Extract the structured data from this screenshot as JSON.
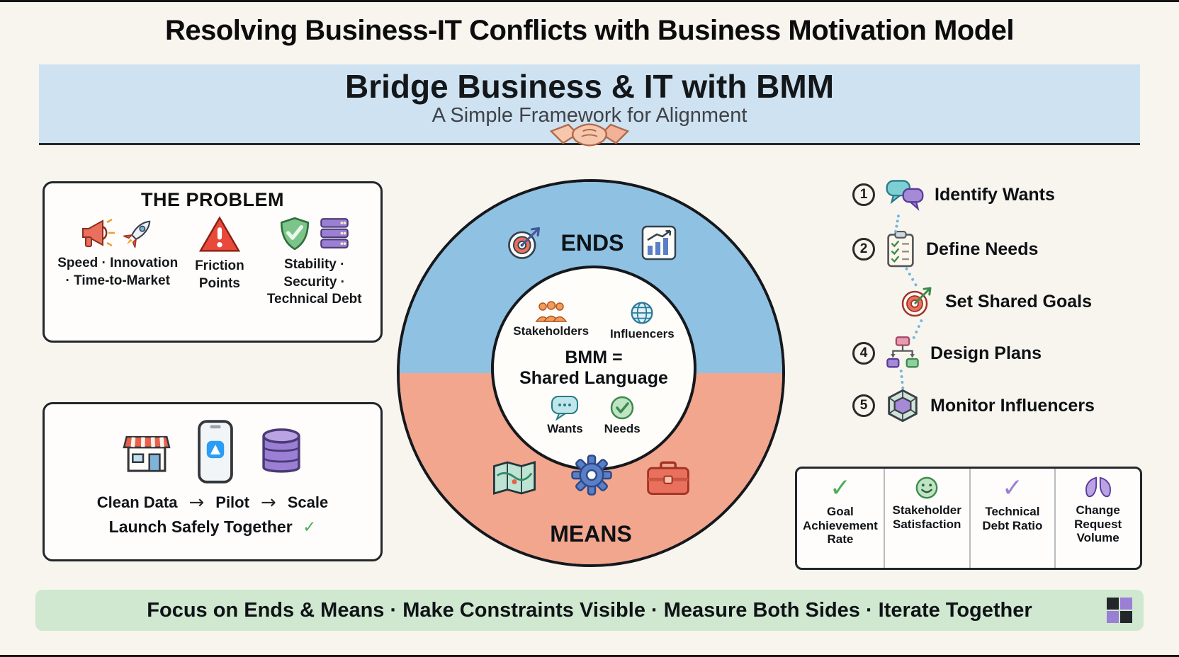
{
  "page_title": "Resolving Business-IT Conflicts with Business Motivation Model",
  "banner": {
    "title": "Bridge Business & IT with BMM",
    "subtitle": "A Simple Framework for Alignment"
  },
  "problem_box": {
    "title": "THE PROBLEM",
    "business_label": "Speed · Innovation · Time-to-Market",
    "friction_label": "Friction Points",
    "it_label": "Stability · Security · Technical Debt"
  },
  "launch_box": {
    "step_1": "Clean Data",
    "step_2": "Pilot",
    "step_3": "Scale",
    "arrow": "→",
    "caption": "Launch Safely Together",
    "check_mark": "✓"
  },
  "bmm_circle": {
    "ends_label": "ENDS",
    "means_label": "MEANS",
    "stakeholders_label": "Stakeholders",
    "influencers_label": "Influencers",
    "center_line_1": "BMM =",
    "center_line_2": "Shared Language",
    "wants_label": "Wants",
    "needs_label": "Needs"
  },
  "process_steps": [
    {
      "number": "1",
      "label": "Identify Wants",
      "icon": "chat-bubbles"
    },
    {
      "number": "2",
      "label": "Define Needs",
      "icon": "clipboard-checklist"
    },
    {
      "number": "",
      "label": "Set Shared Goals",
      "icon": "target"
    },
    {
      "number": "4",
      "label": "Design Plans",
      "icon": "flowchart"
    },
    {
      "number": "5",
      "label": "Monitor Influencers",
      "icon": "polygon-web"
    }
  ],
  "metrics": [
    {
      "label": "Goal Achievement Rate",
      "icon": "check-green"
    },
    {
      "label": "Stakeholder Satisfaction",
      "icon": "smiley"
    },
    {
      "label": "Technical Debt Ratio",
      "icon": "check-purple"
    },
    {
      "label": "Change Request Volume",
      "icon": "change-volume"
    }
  ],
  "footer": {
    "text": "Focus on Ends & Means · Make Constraints Visible · Measure Both Sides · Iterate Together"
  },
  "colors": {
    "background": "#f8f5ef",
    "banner_blue": "#cfe2f1",
    "ends_blue": "#8fc1e3",
    "means_salmon": "#f2a68e",
    "footer_green": "#cfe8cf",
    "accent_purple": "#9b7fd4",
    "check_green": "#4cae5e"
  }
}
